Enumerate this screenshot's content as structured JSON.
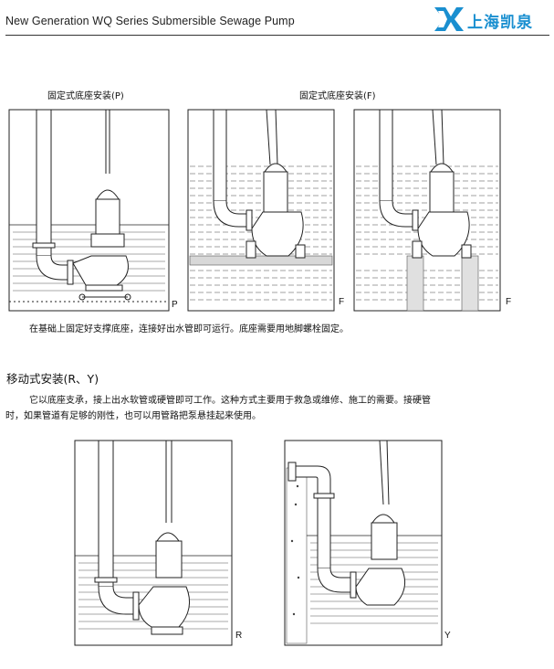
{
  "header": {
    "title": "New Generation WQ Series Submersible Sewage Pump",
    "brand_text": "上海凯泉",
    "brand_color": "#1a8fd0"
  },
  "fixed_section": {
    "caption_p": "固定式底座安装(P)",
    "caption_f": "固定式底座安装(F)",
    "label_p": "P",
    "label_f1": "F",
    "label_f2": "F",
    "note": "在基础上固定好支撑底座，连接好出水管即可运行。底座需要用地脚螺栓固定。"
  },
  "mobile_section": {
    "title": "移动式安装(R、Y)",
    "paragraph_line1": "它以底座支承，接上出水软管或硬管即可工作。这种方式主要用于救急或维修、施工的需要。接硬管",
    "paragraph_line2": "时，如果管道有足够的刚性，也可以用管路把泵悬挂起来使用。",
    "label_r": "R",
    "label_y": "Y"
  }
}
